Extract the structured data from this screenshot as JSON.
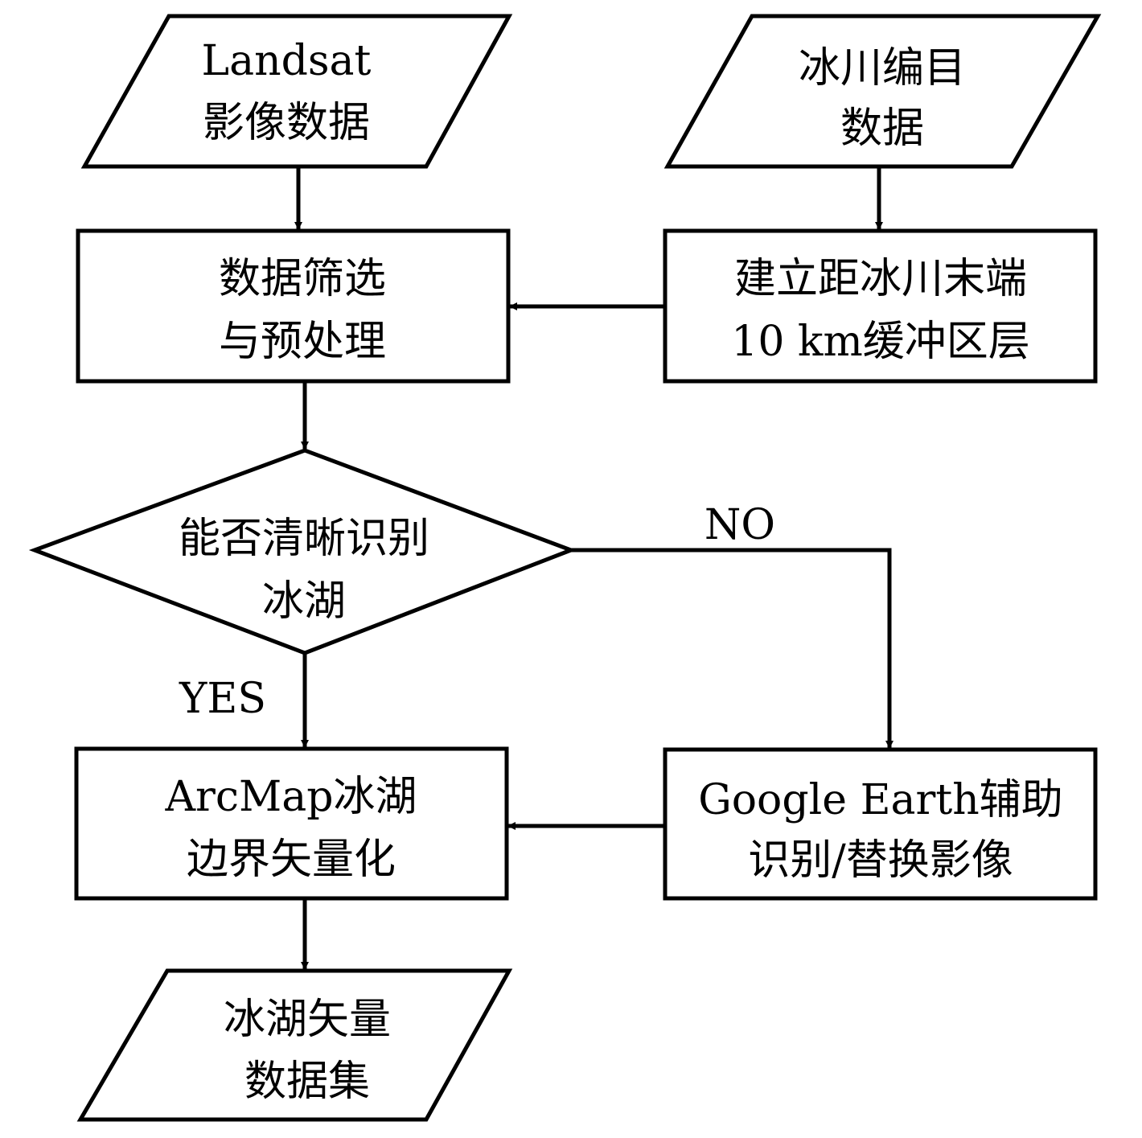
{
  "nodes": {
    "landsat": {
      "line1": "Landsat",
      "line2": "影像数据"
    },
    "glacier": {
      "line1": "冰川编目",
      "line2": "数据"
    },
    "preprocess": {
      "line1": "数据筛选",
      "line2": "与预处理"
    },
    "buffer": {
      "line1": "建立距冰川末端",
      "line2": "10 km缓冲区层"
    },
    "decision": {
      "line1": "能否清晰识别",
      "line2": "冰湖"
    },
    "arcmap": {
      "line1": "ArcMap冰湖",
      "line2": "边界矢量化"
    },
    "google": {
      "line1": "Google Earth辅助",
      "line2": "识别/替换影像"
    },
    "output": {
      "line1": "冰湖矢量",
      "line2": "数据集"
    }
  },
  "edge_labels": {
    "no": "NO",
    "yes": "YES"
  },
  "colors": {
    "stroke": "#000000",
    "background": "#ffffff"
  }
}
